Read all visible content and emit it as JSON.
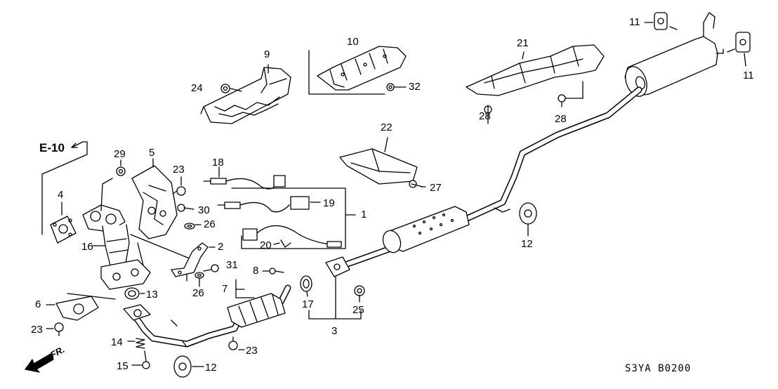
{
  "diagram": {
    "section_ref": "E-10",
    "direction_label": "FR.",
    "diagram_code": "S3YA  B0200",
    "callouts": {
      "p1": "1",
      "p2": "2",
      "p3": "3",
      "p4": "4",
      "p5": "5",
      "p6": "6",
      "p7": "7",
      "p8": "8",
      "p9": "9",
      "p10": "10",
      "p11a": "11",
      "p11b": "11",
      "p12a": "12",
      "p12b": "12",
      "p13": "13",
      "p14": "14",
      "p15": "15",
      "p16": "16",
      "p17": "17",
      "p18": "18",
      "p19": "19",
      "p20": "20",
      "p21": "21",
      "p22": "22",
      "p23a": "23",
      "p23b": "23",
      "p23c": "23",
      "p24": "24",
      "p25": "25",
      "p26a": "26",
      "p26b": "26",
      "p27": "27",
      "p28a": "28",
      "p28b": "28",
      "p29": "29",
      "p30": "30",
      "p31": "31",
      "p32": "32"
    }
  }
}
